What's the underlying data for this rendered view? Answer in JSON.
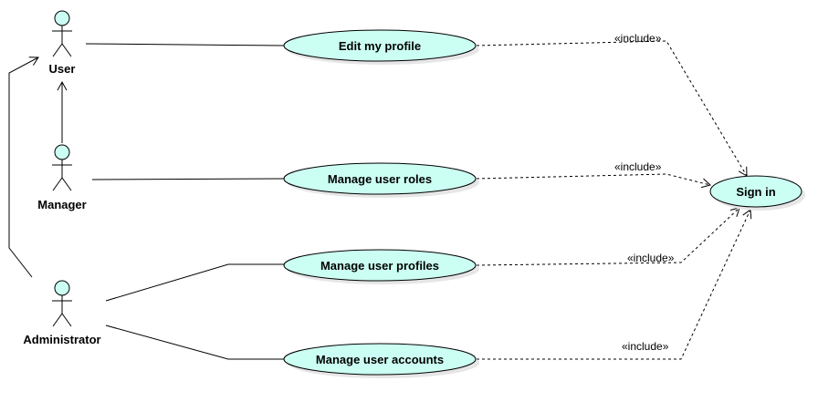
{
  "diagram": {
    "actors": [
      {
        "id": "user",
        "label": "User"
      },
      {
        "id": "manager",
        "label": "Manager"
      },
      {
        "id": "administrator",
        "label": "Administrator"
      }
    ],
    "use_cases": [
      {
        "id": "edit_profile",
        "label": "Edit my profile"
      },
      {
        "id": "manage_roles",
        "label": "Manage user roles"
      },
      {
        "id": "manage_profiles",
        "label": "Manage user profiles"
      },
      {
        "id": "manage_accounts",
        "label": "Manage user accounts"
      },
      {
        "id": "sign_in",
        "label": "Sign in"
      }
    ],
    "include_label": "«include»",
    "colors": {
      "use_case_fill": "#ccfff3",
      "actor_head_fill": "#ccfff3",
      "line": "#000000"
    }
  }
}
